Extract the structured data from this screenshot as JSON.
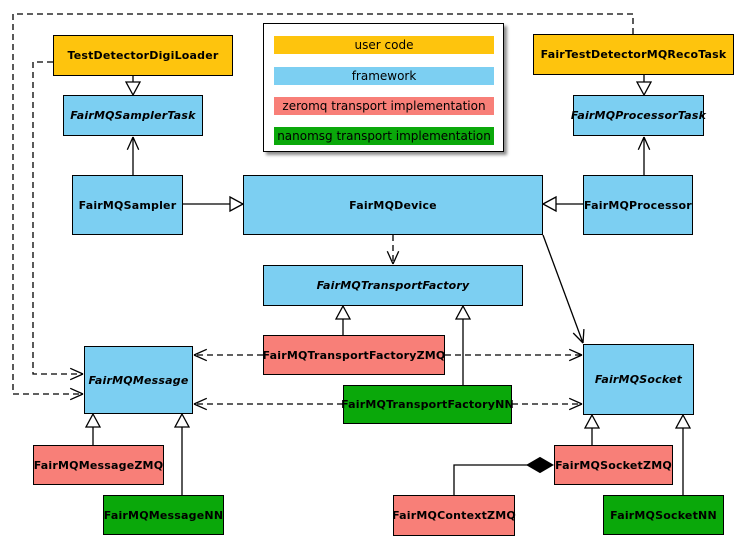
{
  "colors": {
    "user_code": "#FEC40D",
    "framework": "#7CCFF2",
    "zeromq": "#F87F78",
    "nanomsg": "#0AA80A",
    "line": "#000000",
    "background": "#FFFFFF"
  },
  "legend": {
    "items": [
      {
        "label": "user code",
        "color": "user_code"
      },
      {
        "label": "framework",
        "color": "framework"
      },
      {
        "label": "zeromq transport implementation",
        "color": "zeromq"
      },
      {
        "label": "nanomsg transport implementation",
        "color": "nanomsg"
      }
    ]
  },
  "nodes": [
    {
      "id": "TestDetectorDigiLoader",
      "label": "TestDetectorDigiLoader",
      "color": "user_code",
      "italic": false
    },
    {
      "id": "FairTestDetectorMQRecoTask",
      "label": "FairTestDetectorMQRecoTask",
      "color": "user_code",
      "italic": false
    },
    {
      "id": "FairMQSamplerTask",
      "label": "FairMQSamplerTask",
      "color": "framework",
      "italic": true
    },
    {
      "id": "FairMQProcessorTask",
      "label": "FairMQProcessorTask",
      "color": "framework",
      "italic": true
    },
    {
      "id": "FairMQSampler",
      "label": "FairMQSampler",
      "color": "framework",
      "italic": false
    },
    {
      "id": "FairMQDevice",
      "label": "FairMQDevice",
      "color": "framework",
      "italic": false
    },
    {
      "id": "FairMQProcessor",
      "label": "FairMQProcessor",
      "color": "framework",
      "italic": false
    },
    {
      "id": "FairMQTransportFactory",
      "label": "FairMQTransportFactory",
      "color": "framework",
      "italic": true
    },
    {
      "id": "FairMQMessage",
      "label": "FairMQMessage",
      "color": "framework",
      "italic": true
    },
    {
      "id": "FairMQSocket",
      "label": "FairMQSocket",
      "color": "framework",
      "italic": true
    },
    {
      "id": "FairMQTransportFactoryZMQ",
      "label": "FairMQTransportFactoryZMQ",
      "color": "zeromq",
      "italic": false
    },
    {
      "id": "FairMQTransportFactoryNN",
      "label": "FairMQTransportFactoryNN",
      "color": "nanomsg",
      "italic": false
    },
    {
      "id": "FairMQMessageZMQ",
      "label": "FairMQMessageZMQ",
      "color": "zeromq",
      "italic": false
    },
    {
      "id": "FairMQMessageNN",
      "label": "FairMQMessageNN",
      "color": "nanomsg",
      "italic": false
    },
    {
      "id": "FairMQSocketZMQ",
      "label": "FairMQSocketZMQ",
      "color": "zeromq",
      "italic": false
    },
    {
      "id": "FairMQSocketNN",
      "label": "FairMQSocketNN",
      "color": "nanomsg",
      "italic": false
    },
    {
      "id": "FairMQContextZMQ",
      "label": "FairMQContextZMQ",
      "color": "zeromq",
      "italic": false
    }
  ]
}
